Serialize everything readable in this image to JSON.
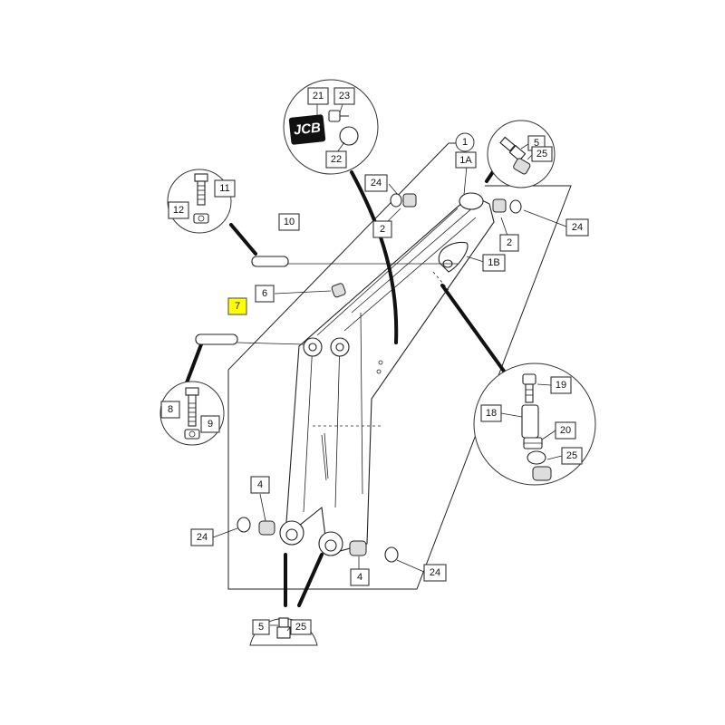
{
  "labels": {
    "p1": "1",
    "p1a": "1A",
    "p1b": "1B",
    "p2a": "2",
    "p2b": "2",
    "p4a": "4",
    "p4b": "4",
    "p5a": "5",
    "p5b": "5",
    "p6": "6",
    "p7": "7",
    "p8": "8",
    "p9": "9",
    "p10": "10",
    "p11": "11",
    "p12": "12",
    "p18": "18",
    "p19": "19",
    "p20": "20",
    "p21": "21",
    "p22": "22",
    "p23": "23",
    "p24a": "24",
    "p24b": "24",
    "p24c": "24",
    "p24d": "24",
    "p25a": "25",
    "p25b": "25",
    "p25c": "25"
  },
  "logo_text": "JCB",
  "colors": {
    "highlight": "#ffff00"
  }
}
